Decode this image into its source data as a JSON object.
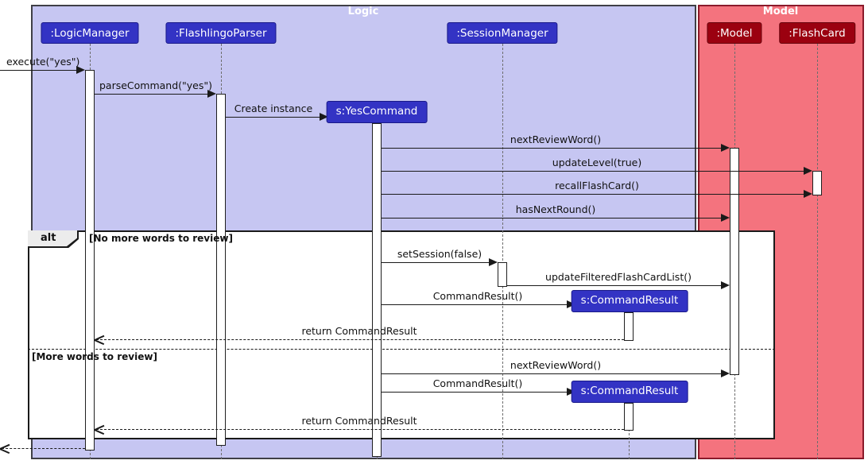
{
  "diagram": {
    "frames": {
      "logic": "Logic",
      "model": "Model"
    },
    "participants": {
      "logic_manager": ":LogicManager",
      "flashlingo_parser": ":FlashlingoParser",
      "session_manager": ":SessionManager",
      "model": ":Model",
      "flash_card": ":FlashCard",
      "yes_command": "s:YesCommand",
      "command_result_1": "s:CommandResult",
      "command_result_2": "s:CommandResult"
    },
    "alt": {
      "operator": "alt",
      "guard_no_more": "[No more words to review]",
      "guard_more": "[More words to review]"
    },
    "messages": {
      "execute": "execute(\"yes\")",
      "parse_command": "parseCommand(\"yes\")",
      "create_instance": "Create instance",
      "next_review_word": "nextReviewWord()",
      "update_level": "updateLevel(true)",
      "recall_flash_card": "recallFlashCard()",
      "has_next_round": "hasNextRound()",
      "set_session": "setSession(false)",
      "update_filtered_flash_card_list": "updateFilteredFlashCardList()",
      "command_result_call_1": "CommandResult()",
      "return_command_result_1": "return CommandResult",
      "next_review_word_2": "nextReviewWord()",
      "command_result_call_2": "CommandResult()",
      "return_command_result_2": "return CommandResult"
    },
    "colors": {
      "logic_frame_bg": "#c6c6f2",
      "model_frame_bg": "#f4737e",
      "logic_participant_bg": "#3333c4",
      "model_participant_bg": "#9b0110",
      "activation_bg": "#ffffff",
      "arrow": "#1a1a1a"
    }
  }
}
